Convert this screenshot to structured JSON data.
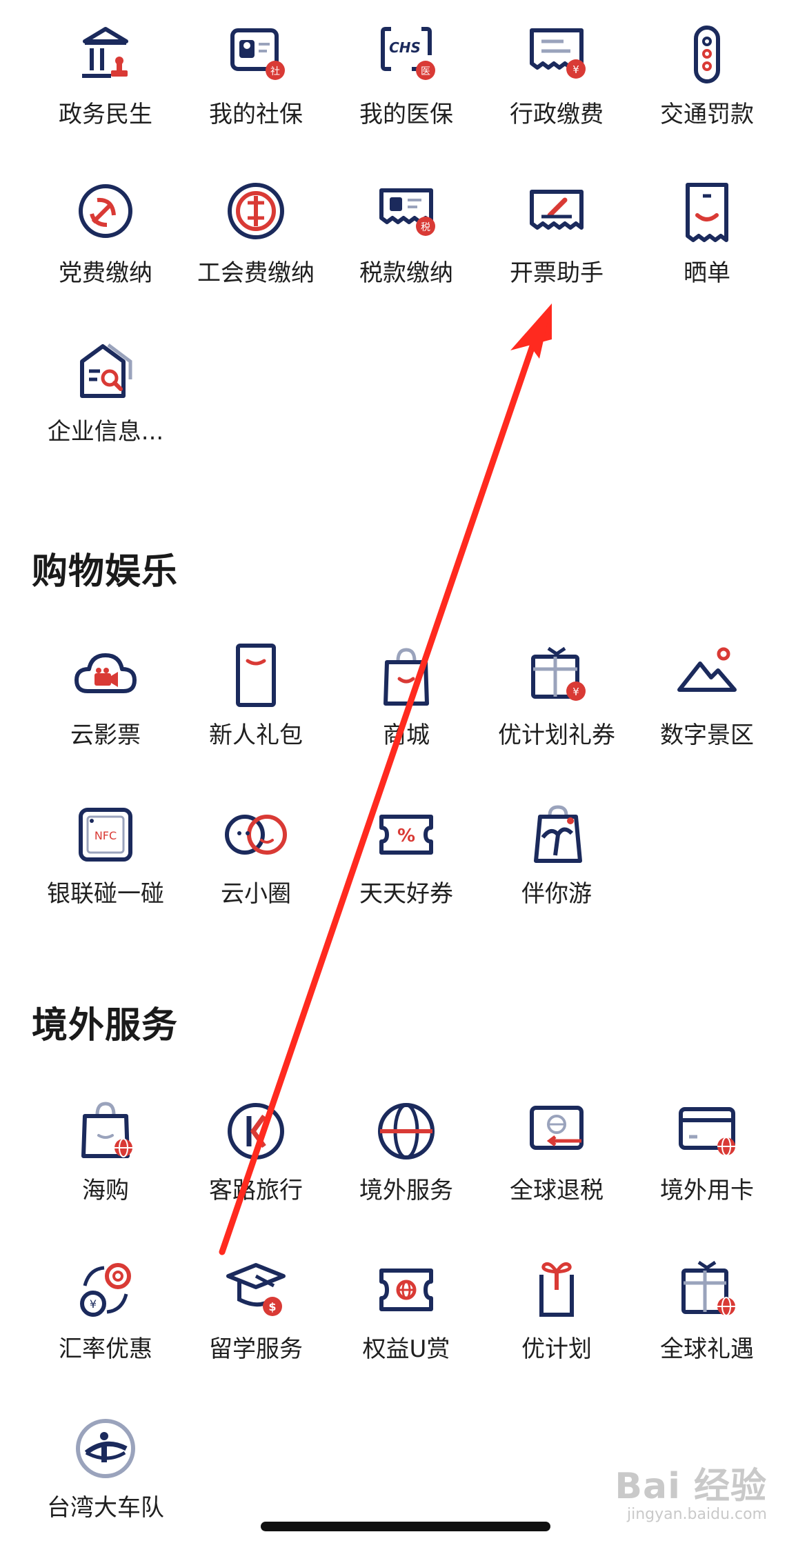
{
  "sections": {
    "government": {
      "items": [
        {
          "label": "政务民生",
          "icon": "government-building-icon"
        },
        {
          "label": "我的社保",
          "icon": "social-security-card-icon",
          "badge": "社"
        },
        {
          "label": "我的医保",
          "icon": "medical-insurance-icon",
          "badge": "医",
          "icon_text": "CHS"
        },
        {
          "label": "行政缴费",
          "icon": "admin-fee-receipt-icon",
          "badge": "¥"
        },
        {
          "label": "交通罚款",
          "icon": "traffic-light-icon"
        },
        {
          "label": "党费缴纳",
          "icon": "party-emblem-icon"
        },
        {
          "label": "工会费缴纳",
          "icon": "trade-union-emblem-icon"
        },
        {
          "label": "税款缴纳",
          "icon": "tax-card-icon",
          "badge": "税"
        },
        {
          "label": "开票助手",
          "icon": "invoice-pen-icon"
        },
        {
          "label": "晒单",
          "icon": "receipt-smile-icon"
        },
        {
          "label": "企业信息...",
          "icon": "enterprise-search-icon"
        }
      ]
    },
    "shopping": {
      "title": "购物娱乐",
      "items": [
        {
          "label": "云影票",
          "icon": "cloud-movie-icon"
        },
        {
          "label": "新人礼包",
          "icon": "gift-bag-icon"
        },
        {
          "label": "商城",
          "icon": "shopping-bag-icon"
        },
        {
          "label": "优计划礼券",
          "icon": "gift-voucher-icon",
          "badge": "¥"
        },
        {
          "label": "数字景区",
          "icon": "mountain-scenery-icon"
        },
        {
          "label": "银联碰一碰",
          "icon": "nfc-tag-icon",
          "icon_text": "NFC"
        },
        {
          "label": "云小圈",
          "icon": "circles-chat-icon"
        },
        {
          "label": "天天好券",
          "icon": "coupon-percent-icon",
          "icon_text": "%"
        },
        {
          "label": "伴你游",
          "icon": "travel-bag-palm-icon"
        }
      ]
    },
    "overseas": {
      "title": "境外服务",
      "items": [
        {
          "label": "海购",
          "icon": "global-shopping-bag-icon"
        },
        {
          "label": "客路旅行",
          "icon": "klook-logo-icon"
        },
        {
          "label": "境外服务",
          "icon": "globe-icon"
        },
        {
          "label": "全球退税",
          "icon": "tax-refund-card-icon"
        },
        {
          "label": "境外用卡",
          "icon": "global-card-icon"
        },
        {
          "label": "汇率优惠",
          "icon": "currency-exchange-icon",
          "badge": "¥"
        },
        {
          "label": "留学服务",
          "icon": "graduation-cap-icon",
          "badge": "$"
        },
        {
          "label": "权益U赏",
          "icon": "rights-ticket-icon"
        },
        {
          "label": "优计划",
          "icon": "gift-ribbon-icon"
        },
        {
          "label": "全球礼遇",
          "icon": "global-gift-icon"
        },
        {
          "label": "台湾大车队",
          "icon": "taiwan-taxi-logo-icon"
        }
      ]
    }
  },
  "watermark": {
    "main": "Bai 经验",
    "url": "jingyan.baidu.com"
  },
  "colors": {
    "navy": "#1b2a5c",
    "red": "#d93a35",
    "arrow": "#ff2a1f",
    "text": "#1f1f1f"
  }
}
